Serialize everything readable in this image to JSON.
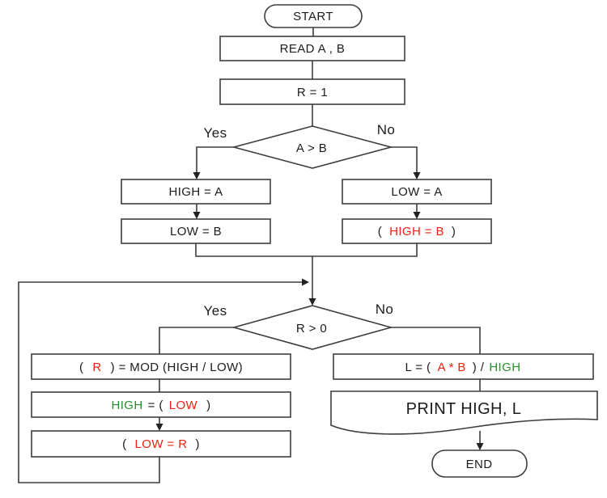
{
  "colors": {
    "red": "#ee2211",
    "green": "#2a8f2a",
    "line": "#3d3d3d",
    "text": "#1c1c1c",
    "background": "#ffffff"
  },
  "nodes": {
    "start": "START",
    "read": "READ A , B",
    "set_r": "R = 1",
    "decision1": "A > B",
    "decision1_yes": "Yes",
    "decision1_no": "No",
    "high_a": "HIGH = A",
    "low_b": "LOW = B",
    "low_a": "LOW = A",
    "high_b_open": "(",
    "high_b_red": "HIGH = B",
    "high_b_close": ")",
    "decision2": "R > 0",
    "decision2_yes": "Yes",
    "decision2_no": "No",
    "mod_open": "(",
    "mod_red": "R",
    "mod_rest": ") = MOD (HIGH / LOW)",
    "assign_high_green": "HIGH",
    "assign_high_mid": "= (",
    "assign_high_red": "LOW",
    "assign_high_close": ")",
    "assign_low_open": "(",
    "assign_low_red": "LOW = R",
    "assign_low_close": ")",
    "l_calc_p1": "L = (",
    "l_calc_red": "A * B",
    "l_calc_p2": ") /",
    "l_calc_green": "HIGH",
    "print": "PRINT HIGH, L",
    "end": "END"
  }
}
